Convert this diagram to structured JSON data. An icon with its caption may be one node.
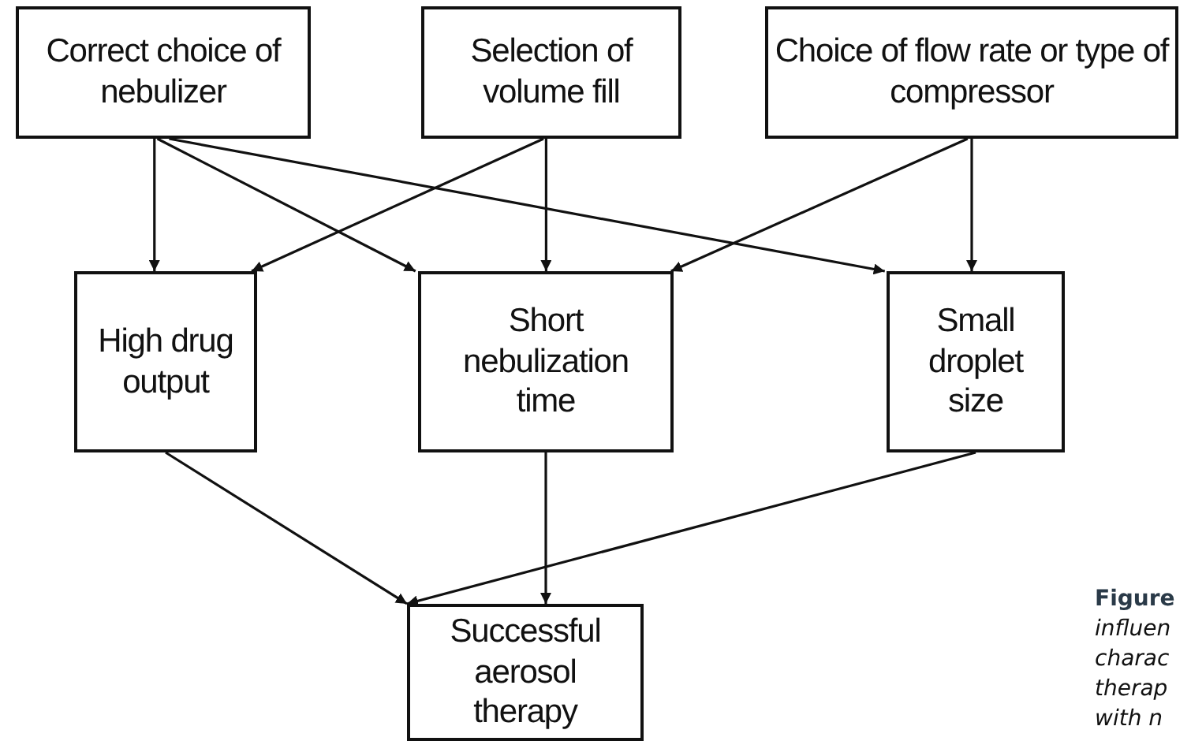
{
  "diagram": {
    "nodes": [
      {
        "text": [
          "Correct choice of nebulizer"
        ]
      },
      {
        "text": [
          "Selection of volume fill"
        ]
      },
      {
        "text": [
          "Choice of flow rate or type of compressor"
        ]
      },
      {
        "text": [
          "High drug output"
        ]
      },
      {
        "text": [
          "Short nebulization time"
        ]
      },
      {
        "text": [
          "Small droplet size"
        ]
      },
      {
        "text": [
          "Successful aerosol therapy"
        ]
      }
    ],
    "edges": [
      {
        "from": 0,
        "to": 3,
        "arrow": "to"
      },
      {
        "from": 0,
        "to": 4,
        "arrow": "to"
      },
      {
        "from": 0,
        "to": 5,
        "arrow": "to"
      },
      {
        "from": 1,
        "to": 3,
        "arrow": "to"
      },
      {
        "from": 1,
        "to": 4,
        "arrow": "to"
      },
      {
        "from": 2,
        "to": 4,
        "arrow": "to"
      },
      {
        "from": 2,
        "to": 5,
        "arrow": "to"
      },
      {
        "from": 3,
        "to": 6,
        "arrow": "to"
      },
      {
        "from": 4,
        "to": 6,
        "arrow": "to"
      },
      {
        "from": 5,
        "to": 6,
        "arrow": "to"
      }
    ],
    "labels": [
      "Figure",
      "influen",
      "charac",
      "therap",
      "with n"
    ]
  }
}
